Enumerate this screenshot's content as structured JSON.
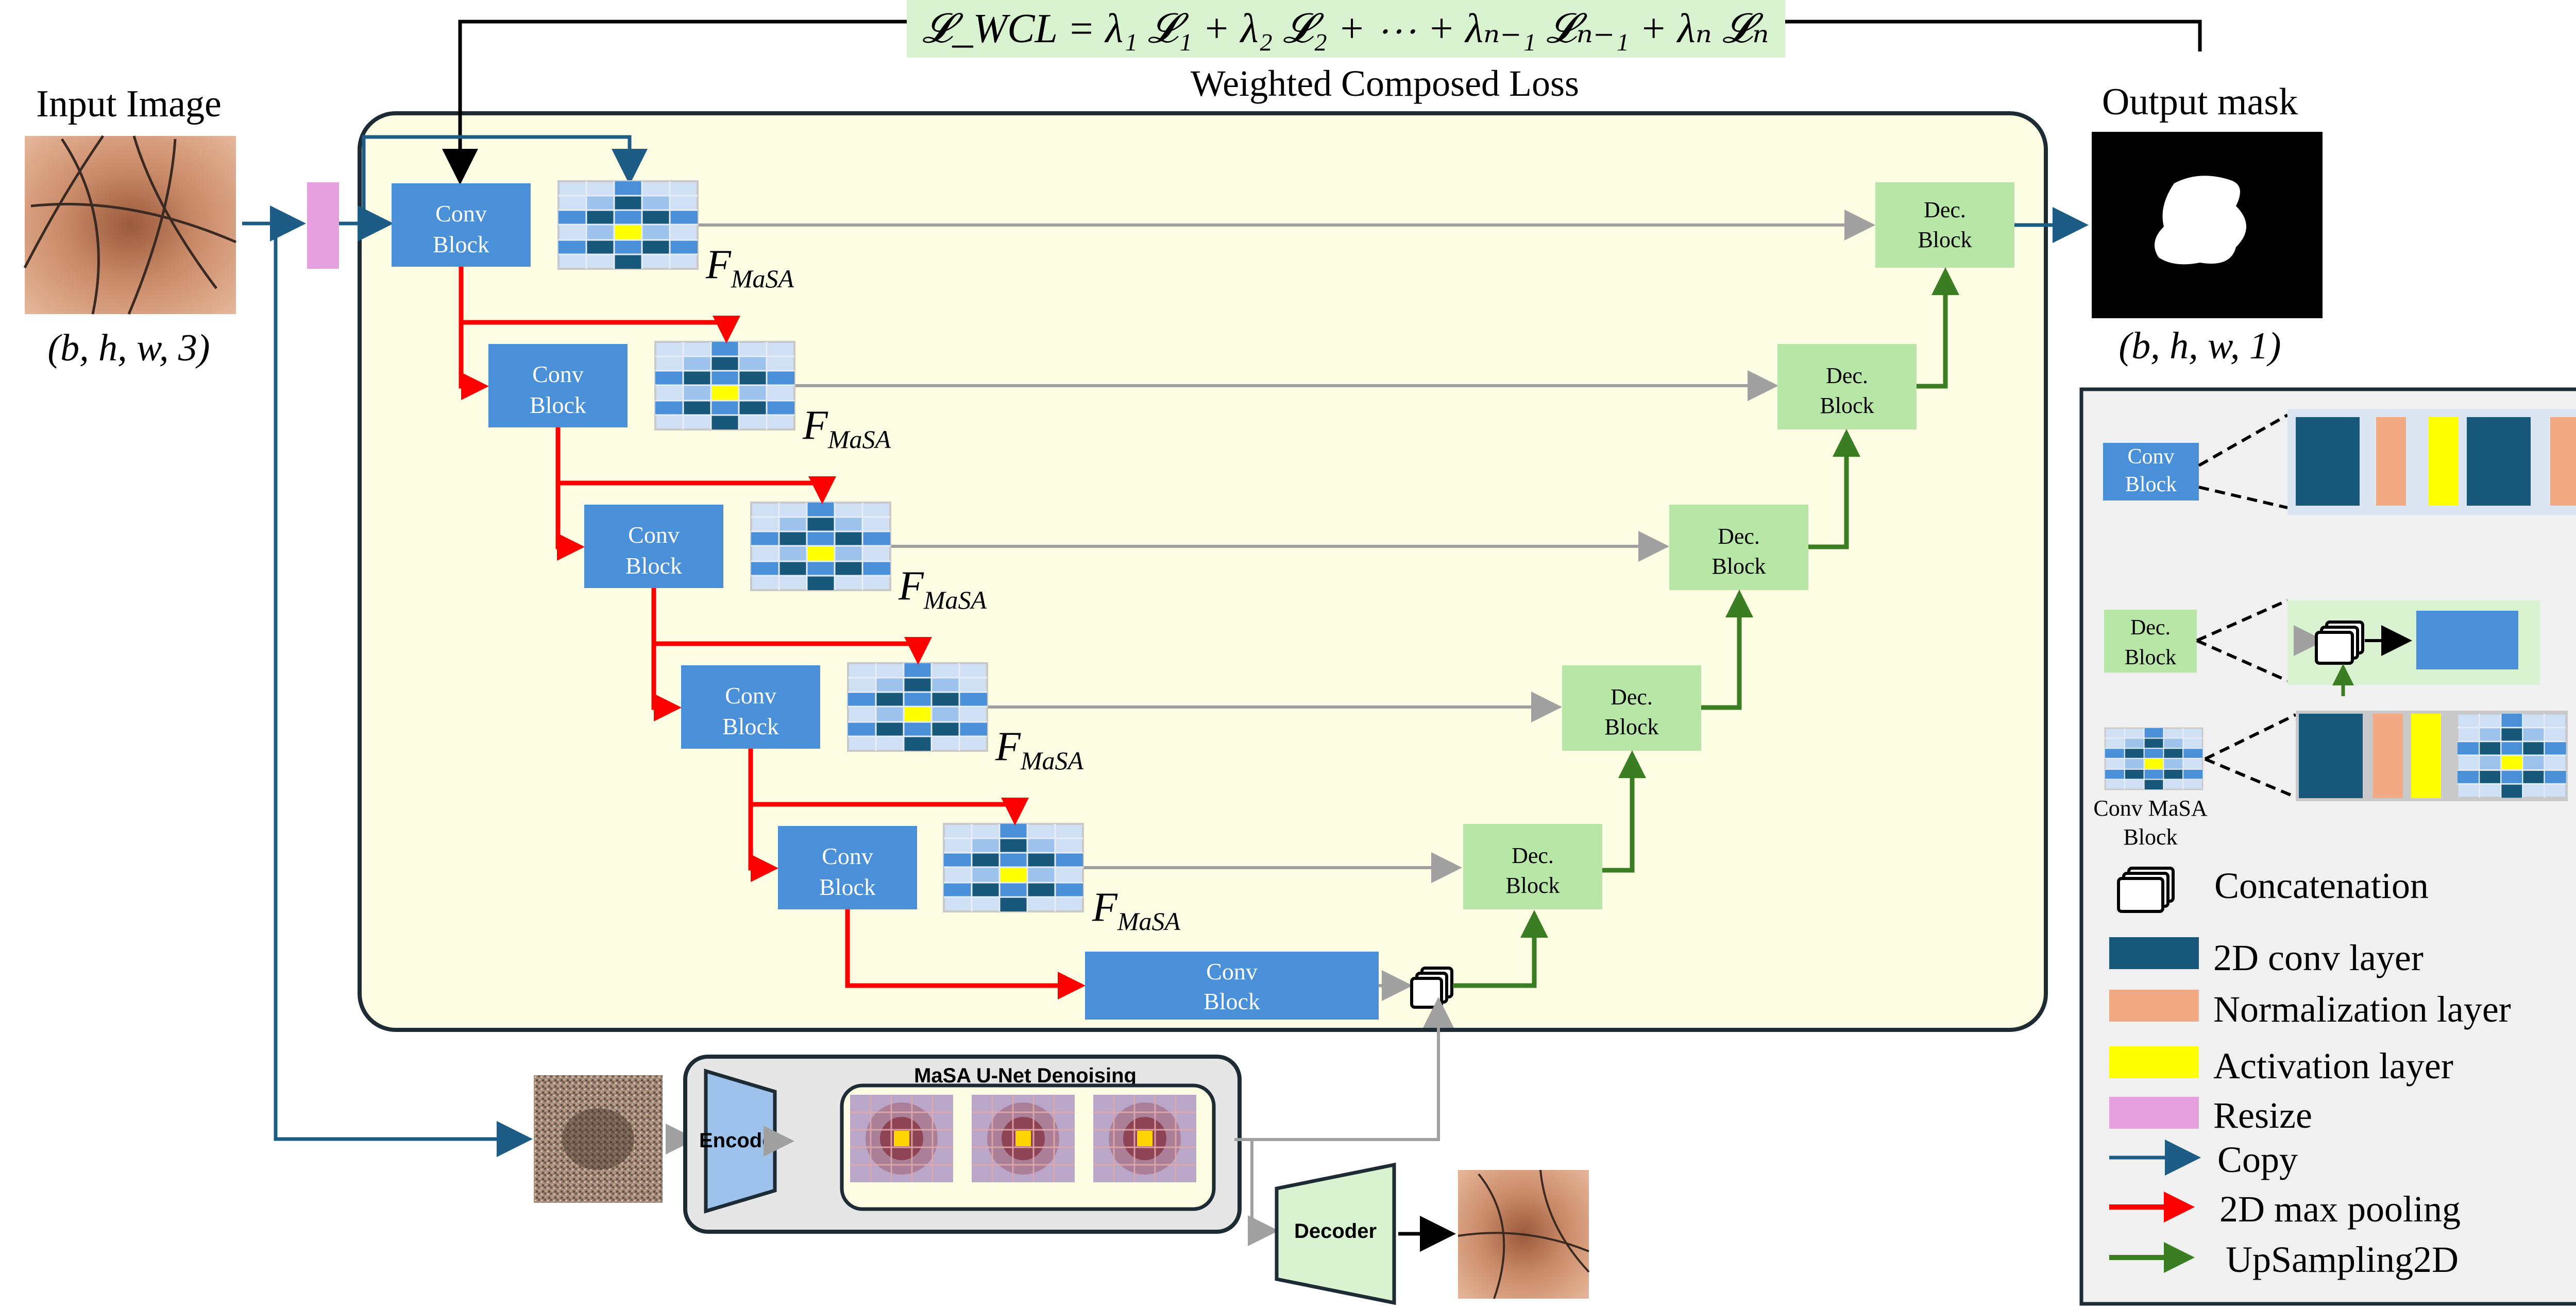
{
  "loss": {
    "formula": "𝓛_WCL = λ₁ 𝓛₁ + λ₂ 𝓛₂ + ⋯ + λₙ₋₁ 𝓛ₙ₋₁ + λₙ 𝓛ₙ",
    "caption": "Weighted Composed Loss"
  },
  "input": {
    "title": "Input Image",
    "shape": "(b, h, w, 3)"
  },
  "output": {
    "title": "Output mask",
    "shape": "(b, h, w, 1)"
  },
  "encoder_blocks": [
    {
      "line1": "Conv",
      "line2": "Block",
      "feature": "F",
      "feature_sub": "MaSA"
    },
    {
      "line1": "Conv",
      "line2": "Block",
      "feature": "F",
      "feature_sub": "MaSA"
    },
    {
      "line1": "Conv",
      "line2": "Block",
      "feature": "F",
      "feature_sub": "MaSA"
    },
    {
      "line1": "Conv",
      "line2": "Block",
      "feature": "F",
      "feature_sub": "MaSA"
    },
    {
      "line1": "Conv",
      "line2": "Block",
      "feature": "F",
      "feature_sub": "MaSA"
    }
  ],
  "bottleneck": {
    "line1": "Conv",
    "line2": "Block"
  },
  "decoder_blocks": [
    {
      "line1": "Dec.",
      "line2": "Block"
    },
    {
      "line1": "Dec.",
      "line2": "Block"
    },
    {
      "line1": "Dec.",
      "line2": "Block"
    },
    {
      "line1": "Dec.",
      "line2": "Block"
    },
    {
      "line1": "Dec.",
      "line2": "Block"
    }
  ],
  "denoise": {
    "title": "MaSA U-Net Denoising",
    "encoder": "Encoder",
    "decoder": "Decoder"
  },
  "legend": {
    "conv_block": {
      "line1": "Conv",
      "line2": "Block"
    },
    "dec_block": {
      "line1": "Dec.",
      "line2": "Block"
    },
    "masa_block": {
      "line1": "Conv MaSA",
      "line2": "Block"
    },
    "items": [
      {
        "label": "Concatenation",
        "kind": "concat"
      },
      {
        "label": "2D conv layer",
        "kind": "swatch",
        "color": "#17587a"
      },
      {
        "label": "Normalization layer",
        "kind": "swatch",
        "color": "#f2aa84"
      },
      {
        "label": "Activation layer",
        "kind": "swatch",
        "color": "#ffff00"
      },
      {
        "label": "Resize",
        "kind": "swatch",
        "color": "#e6a0e0"
      },
      {
        "label": "Copy",
        "kind": "arrow",
        "color": "#1c5c85"
      },
      {
        "label": "2D max pooling",
        "kind": "arrow",
        "color": "#ff0000"
      },
      {
        "label": "UpSampling2D",
        "kind": "arrow",
        "color": "#3a7d22"
      }
    ]
  },
  "colors": {
    "conv": "#4a90d9",
    "dec": "#b8e6a6",
    "panel": "#fdfde3",
    "loss_bg": "#d9f2d0",
    "copy": "#1c5c85",
    "pool": "#ff0000",
    "up": "#3a7d22",
    "skip": "#a0a0a0"
  }
}
